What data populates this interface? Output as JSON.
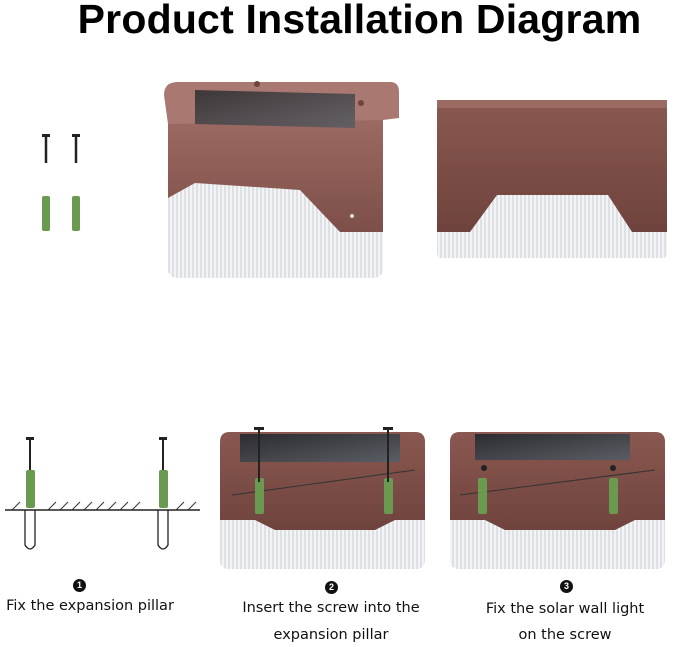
{
  "title": "Product Installation Diagram",
  "colors": {
    "housing": "#8a5a52",
    "panel": "#3f3f44",
    "anchor": "#6a9a4f",
    "lens": "#eef0f2"
  },
  "steps": [
    {
      "number": "1",
      "line1": "Fix the expansion pillar",
      "line2": ""
    },
    {
      "number": "2",
      "line1": "Insert the screw into the",
      "line2": "expansion pillar"
    },
    {
      "number": "3",
      "line1": "Fix the solar wall light",
      "line2": "on the screw"
    }
  ]
}
